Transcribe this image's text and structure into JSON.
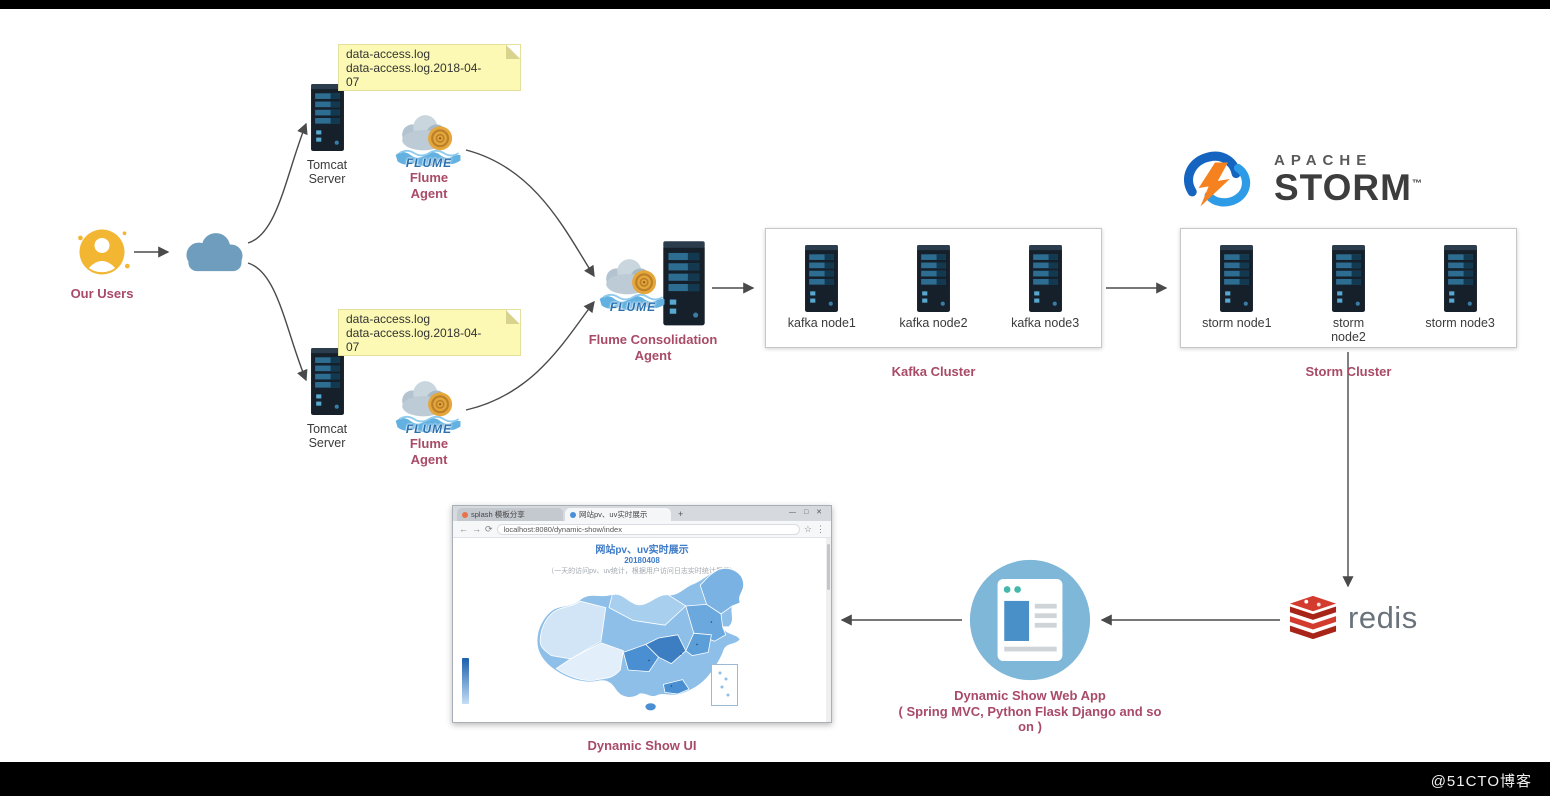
{
  "watermark": "@51CTO博客",
  "users": {
    "label": "Our Users"
  },
  "tomcat_top": {
    "line1": "Tomcat",
    "line2": "Server"
  },
  "tomcat_bottom": {
    "line1": "Tomcat",
    "line2": "Server"
  },
  "note_top": {
    "line1": "data-access.log",
    "line2": "data-access.log.2018-04-",
    "line3": "07"
  },
  "note_bottom": {
    "line1": "data-access.log",
    "line2": "data-access.log.2018-04-",
    "line3": "07"
  },
  "flume_top": {
    "label": "Flume Agent",
    "logo_text": "FLUME"
  },
  "flume_bottom": {
    "label": "Flume Agent",
    "logo_text": "FLUME"
  },
  "consolidation": {
    "line1": "Flume Consolidation",
    "line2": "Agent",
    "logo_text": "FLUME"
  },
  "kafka": {
    "title": "Kafka Cluster",
    "nodes": [
      "kafka node1",
      "kafka node2",
      "kafka node3"
    ]
  },
  "storm": {
    "title": "Storm Cluster",
    "nodes": [
      "storm node1",
      "storm node2",
      "storm node3"
    ]
  },
  "storm_logo": {
    "apache": "APACHE",
    "storm": "STORM",
    "tm": "™"
  },
  "redis": {
    "label": "redis"
  },
  "webapp": {
    "line1": "Dynamic Show Web App",
    "line2": "( Spring MVC,  Python Flask Django and so",
    "line3": "on )"
  },
  "browser": {
    "tab1": "splash 模板分享",
    "tab2": "网站pv、uv实时展示",
    "new_tab": "+",
    "controls": "—  □  ✕",
    "nav_back": "←",
    "nav_fwd": "→",
    "nav_reload": "⟳",
    "url": "localhost:8080/dynamic-show/index",
    "star": "☆",
    "menu": "⋮",
    "title": "网站pv、uv实时展示",
    "date": "20180408",
    "desc": "（一天的访问pv、uv统计，根据用户访问日志实时统计展示）"
  },
  "ui_label": "Dynamic Show UI"
}
